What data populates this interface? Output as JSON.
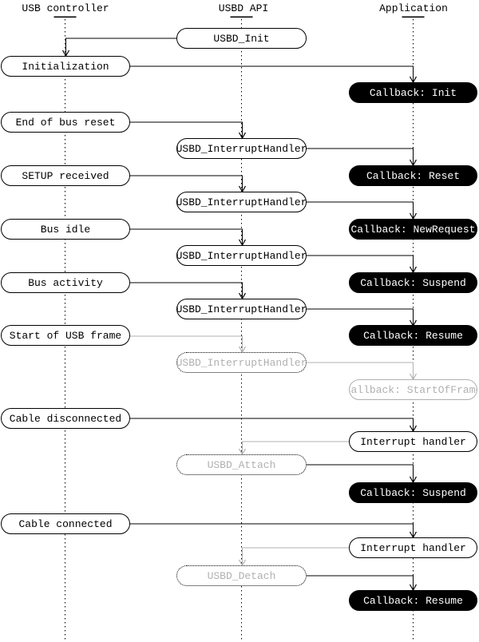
{
  "diagram": {
    "columns": [
      {
        "label": "USB controller"
      },
      {
        "label": "USBD API"
      },
      {
        "label": "Application"
      }
    ],
    "nodes": [
      {
        "label": "USBD_Init"
      },
      {
        "label": "Initialization"
      },
      {
        "label": "Callback: Init"
      },
      {
        "label": "End of bus reset"
      },
      {
        "label": "USBD_InterruptHandler"
      },
      {
        "label": "SETUP received"
      },
      {
        "label": "Callback: Reset"
      },
      {
        "label": "USBD_InterruptHandler"
      },
      {
        "label": "Bus idle"
      },
      {
        "label": "Callback: NewRequest"
      },
      {
        "label": "USBD_InterruptHandler"
      },
      {
        "label": "Bus activity"
      },
      {
        "label": "Callback: Suspend"
      },
      {
        "label": "USBD_InterruptHandler"
      },
      {
        "label": "Start of USB frame"
      },
      {
        "label": "Callback: Resume"
      },
      {
        "label": "USBD_InterruptHandler"
      },
      {
        "label": "Callback: StartOfFrame"
      },
      {
        "label": "Cable disconnected"
      },
      {
        "label": "Interrupt handler"
      },
      {
        "label": "USBD_Attach"
      },
      {
        "label": "Callback: Suspend"
      },
      {
        "label": "Cable connected"
      },
      {
        "label": "Interrupt handler"
      },
      {
        "label": "USBD_Detach"
      },
      {
        "label": "Callback: Resume"
      }
    ],
    "colors": {
      "line_black": "#000000",
      "line_gray": "#b0b0b0",
      "callback_bg": "#000000",
      "callback_text": "#ffffff",
      "ghost_text": "#b0b0b0",
      "background": "#ffffff"
    }
  }
}
